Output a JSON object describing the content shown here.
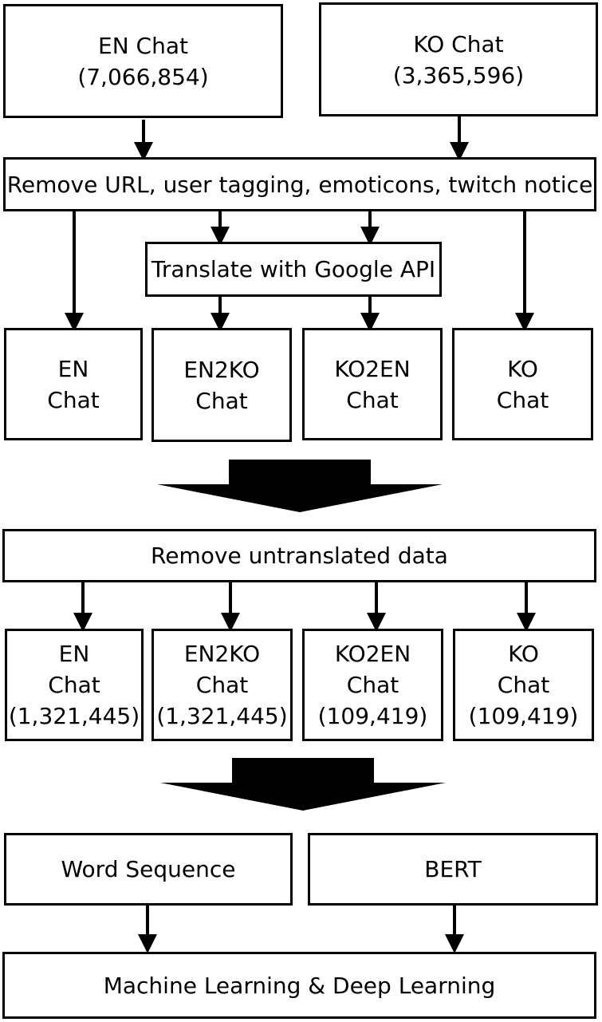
{
  "source": {
    "en": {
      "title": "EN Chat",
      "count": "(7,066,854)"
    },
    "ko": {
      "title": "KO Chat",
      "count": "(3,365,596)"
    }
  },
  "steps": {
    "preprocess": "Remove URL, user tagging, emoticons, twitch notice",
    "translate": "Translate with Google API",
    "remove_untranslated": "Remove untranslated data",
    "final": "Machine Learning & Deep Learning"
  },
  "intermediate": [
    {
      "line1": "EN",
      "line2": "Chat"
    },
    {
      "line1": "EN2KO",
      "line2": "Chat"
    },
    {
      "line1": "KO2EN",
      "line2": "Chat"
    },
    {
      "line1": "KO",
      "line2": "Chat"
    }
  ],
  "cleaned": [
    {
      "line1": "EN",
      "line2": "Chat",
      "count": "(1,321,445)"
    },
    {
      "line1": "EN2KO",
      "line2": "Chat",
      "count": "(1,321,445)"
    },
    {
      "line1": "KO2EN",
      "line2": "Chat",
      "count": "(109,419)"
    },
    {
      "line1": "KO",
      "line2": "Chat",
      "count": "(109,419)"
    }
  ],
  "models": {
    "word_sequence": "Word Sequence",
    "bert": "BERT"
  }
}
